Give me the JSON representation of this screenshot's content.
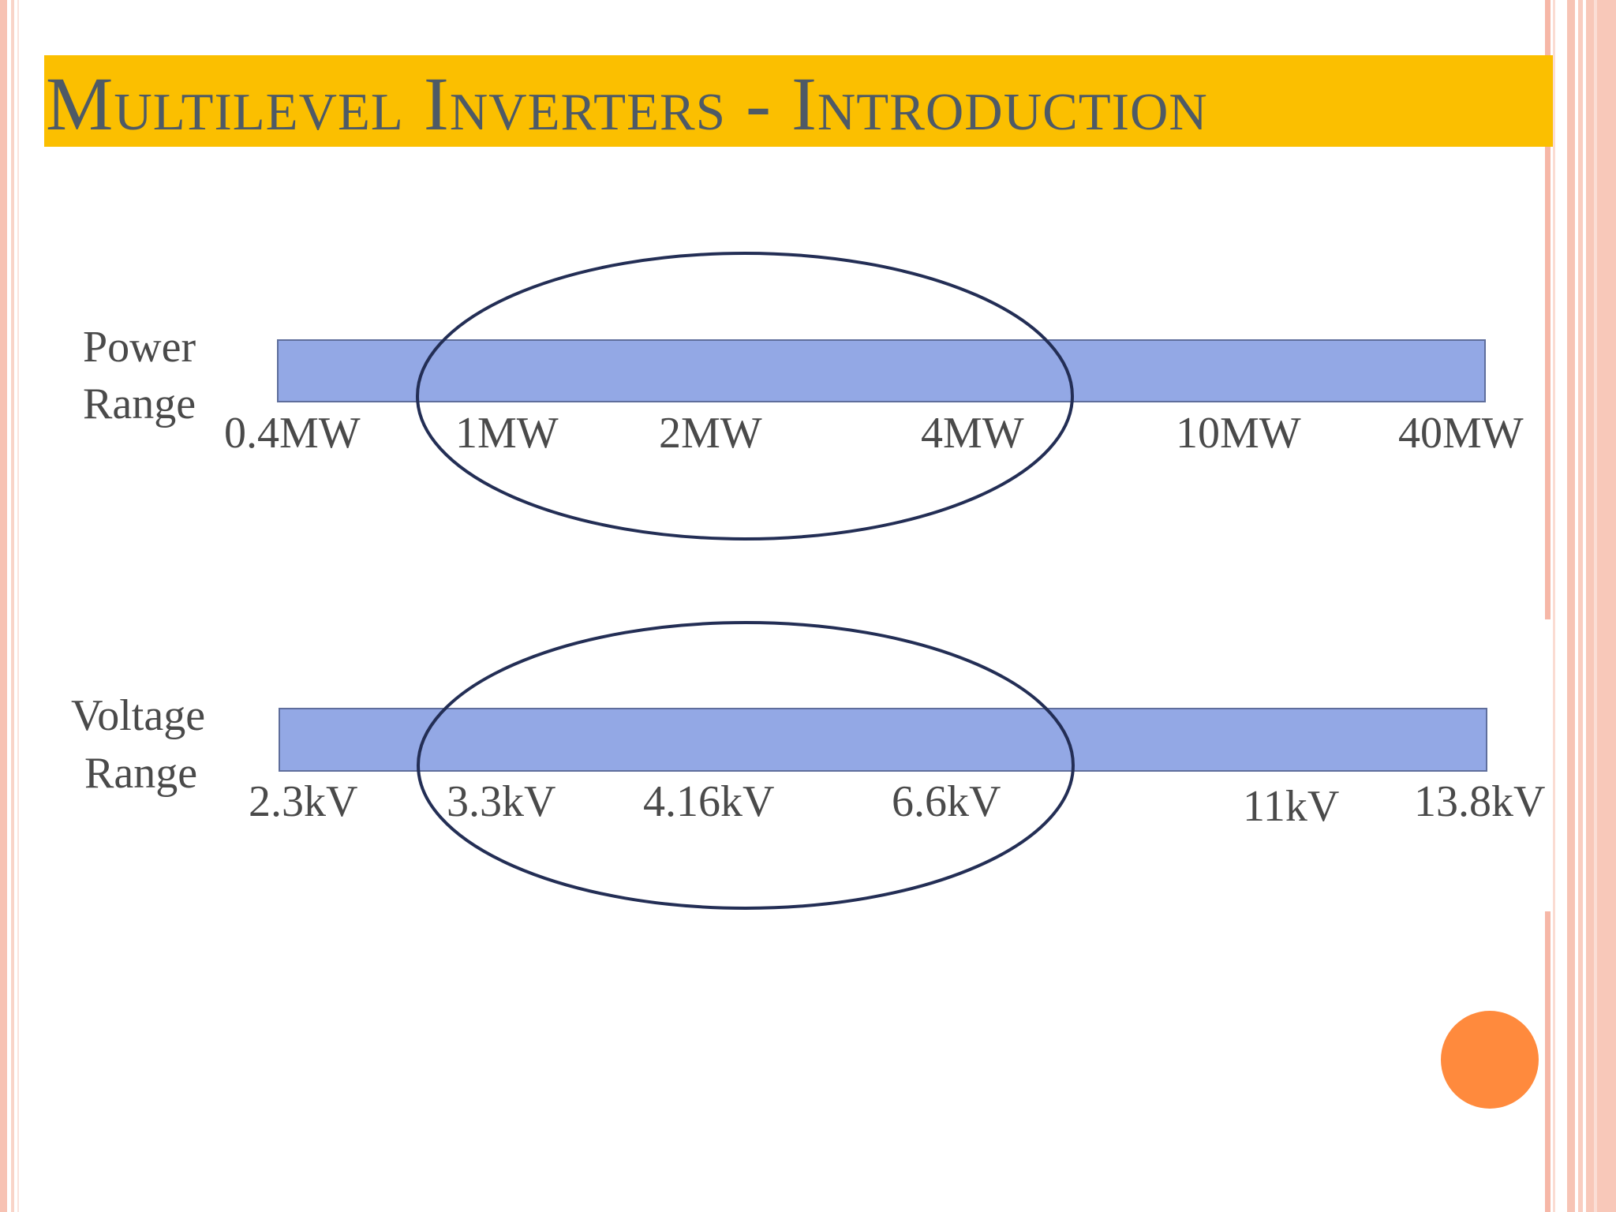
{
  "slide": {
    "title": "Multilevel Inverters - Introduction",
    "colors": {
      "title_band": "#fbbf00",
      "title_text": "#4e5a66",
      "range_bar": "#93a8e5",
      "ellipse": "#232e55",
      "accent_dot": "#ff8a3d"
    }
  },
  "power": {
    "label_line1": "Power",
    "label_line2": "Range",
    "ticks": [
      "0.4MW",
      "1MW",
      "2MW",
      "4MW",
      "10MW",
      "40MW"
    ]
  },
  "voltage": {
    "label_line1": "Voltage",
    "label_line2": "Range",
    "ticks": [
      "2.3kV",
      "3.3kV",
      "4.16kV",
      "6.6kV",
      "11kV",
      "13.8kV"
    ]
  }
}
